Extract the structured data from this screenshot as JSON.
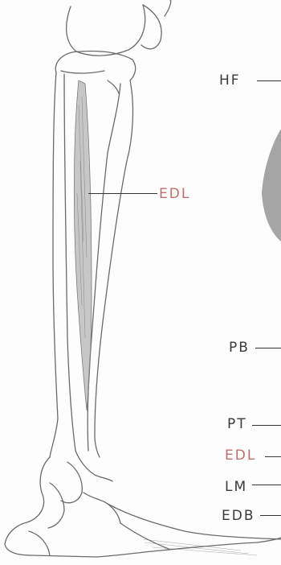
{
  "colors": {
    "background": "#fdfdfd",
    "bone_outline": "#6a6a6a",
    "muscle": "#8e8e8e",
    "label_dark": "#3a3a3a",
    "label_red": "#b9706a"
  },
  "labels": {
    "edl_shaft": "EDL",
    "hf": "HF",
    "pb": "PB",
    "pt": "PT",
    "edl_ankle": "EDL",
    "lm": "LM",
    "edb": "EDB"
  }
}
